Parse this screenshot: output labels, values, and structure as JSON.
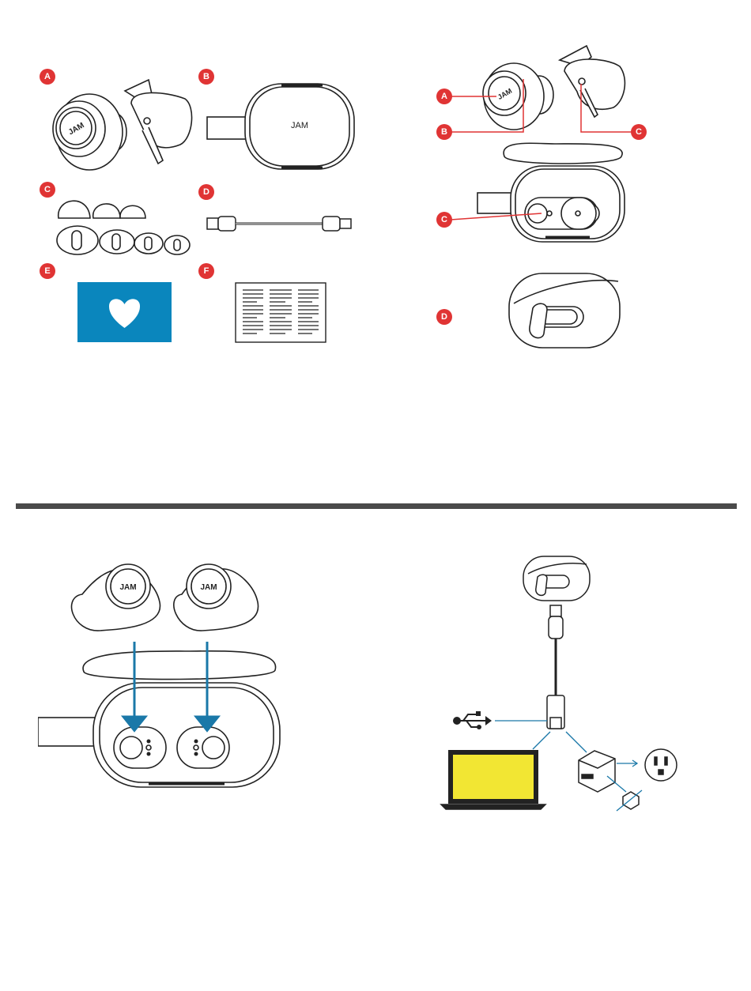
{
  "colors": {
    "badge_red": "#e03434",
    "line_red": "#e03434",
    "arrow_blue": "#1a78a8",
    "card_blue": "#0a86bd",
    "laptop_yellow": "#f2e633",
    "divider_gray": "#4a4a4a",
    "ink": "#222222"
  },
  "brand": "JAM",
  "contents": {
    "items": [
      {
        "label": "A",
        "part": "earbuds"
      },
      {
        "label": "B",
        "part": "charging-case"
      },
      {
        "label": "C",
        "part": "ear-tips"
      },
      {
        "label": "D",
        "part": "usb-cable"
      },
      {
        "label": "E",
        "part": "heart-card"
      },
      {
        "label": "F",
        "part": "instruction-sheet"
      }
    ]
  },
  "callouts": {
    "labels": [
      "A",
      "B",
      "C",
      "C",
      "D"
    ]
  },
  "icons": {
    "usb": "usb-icon",
    "heart": "heart-icon",
    "outlet": "wall-outlet-icon",
    "adapter": "power-adapter-icon",
    "box": "box-crossed-icon",
    "laptop": "laptop-icon"
  }
}
